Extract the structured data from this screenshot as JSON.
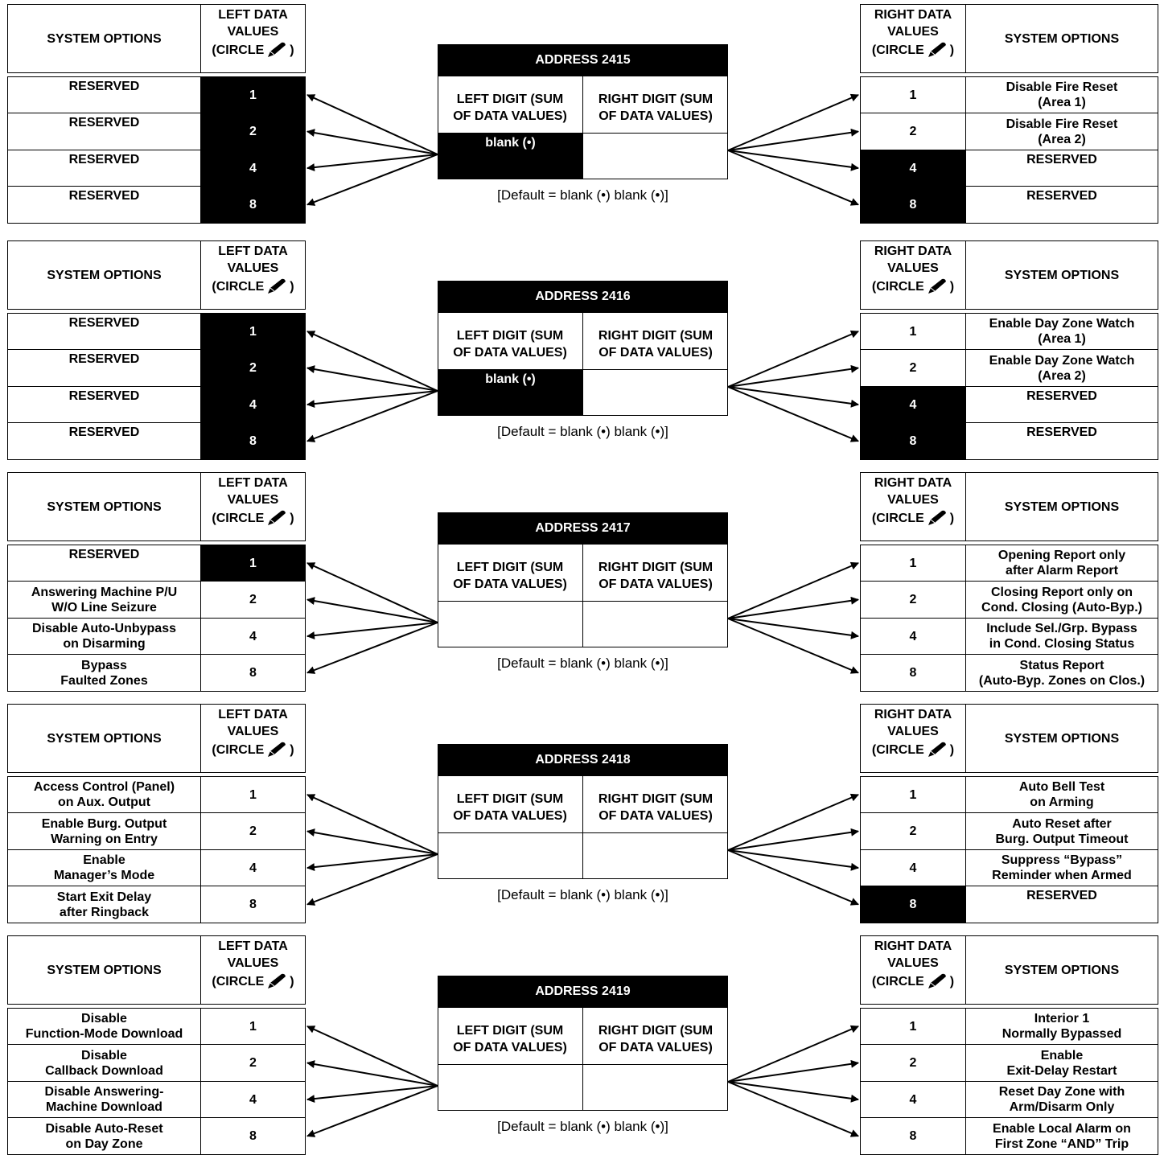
{
  "labels": {
    "system_options": "SYSTEM OPTIONS",
    "left_data_values": "LEFT DATA\nVALUES",
    "right_data_values": "RIGHT DATA\nVALUES",
    "circle": "(CIRCLE",
    "circle_close": ")",
    "left_digit": "LEFT DIGIT (SUM\nOF DATA VALUES)",
    "right_digit": "RIGHT DIGIT (SUM\nOF DATA VALUES)",
    "default_text": "[Default = blank (•) blank (•)]",
    "pencil_icon": "pencil-icon"
  },
  "blocks": [
    {
      "address": "ADDRESS 2415",
      "left_digit_value": "blank (•)",
      "left": [
        {
          "value": "1",
          "option": "RESERVED",
          "reserved": true
        },
        {
          "value": "2",
          "option": "RESERVED",
          "reserved": true
        },
        {
          "value": "4",
          "option": "RESERVED",
          "reserved": true
        },
        {
          "value": "8",
          "option": "RESERVED",
          "reserved": true
        }
      ],
      "right": [
        {
          "value": "1",
          "option": "Disable Fire Reset\n(Area 1)",
          "reserved": false
        },
        {
          "value": "2",
          "option": "Disable Fire Reset\n(Area 2)",
          "reserved": false
        },
        {
          "value": "4",
          "option": "RESERVED",
          "reserved": true
        },
        {
          "value": "8",
          "option": "RESERVED",
          "reserved": true
        }
      ]
    },
    {
      "address": "ADDRESS 2416",
      "left_digit_value": "blank (•)",
      "left": [
        {
          "value": "1",
          "option": "RESERVED",
          "reserved": true
        },
        {
          "value": "2",
          "option": "RESERVED",
          "reserved": true
        },
        {
          "value": "4",
          "option": "RESERVED",
          "reserved": true
        },
        {
          "value": "8",
          "option": "RESERVED",
          "reserved": true
        }
      ],
      "right": [
        {
          "value": "1",
          "option": "Enable Day Zone Watch\n(Area 1)",
          "reserved": false
        },
        {
          "value": "2",
          "option": "Enable Day Zone Watch\n(Area 2)",
          "reserved": false
        },
        {
          "value": "4",
          "option": "RESERVED",
          "reserved": true
        },
        {
          "value": "8",
          "option": "RESERVED",
          "reserved": true
        }
      ]
    },
    {
      "address": "ADDRESS 2417",
      "left_digit_value": "",
      "left": [
        {
          "value": "1",
          "option": "RESERVED",
          "reserved": true
        },
        {
          "value": "2",
          "option": "Answering Machine P/U\nW/O Line Seizure",
          "reserved": false
        },
        {
          "value": "4",
          "option": "Disable Auto-Unbypass\non Disarming",
          "reserved": false
        },
        {
          "value": "8",
          "option": "Bypass\nFaulted Zones",
          "reserved": false
        }
      ],
      "right": [
        {
          "value": "1",
          "option": "Opening Report only\nafter Alarm Report",
          "reserved": false
        },
        {
          "value": "2",
          "option": "Closing Report only on\nCond. Closing (Auto-Byp.)",
          "reserved": false
        },
        {
          "value": "4",
          "option": "Include Sel./Grp. Bypass\nin Cond. Closing Status",
          "reserved": false
        },
        {
          "value": "8",
          "option": "Status Report\n(Auto-Byp. Zones on Clos.)",
          "reserved": false
        }
      ]
    },
    {
      "address": "ADDRESS 2418",
      "left_digit_value": "",
      "left": [
        {
          "value": "1",
          "option": "Access Control (Panel)\non Aux. Output",
          "reserved": false
        },
        {
          "value": "2",
          "option": "Enable Burg. Output\nWarning on Entry",
          "reserved": false
        },
        {
          "value": "4",
          "option": "Enable\nManager’s Mode",
          "reserved": false
        },
        {
          "value": "8",
          "option": "Start Exit Delay\nafter Ringback",
          "reserved": false
        }
      ],
      "right": [
        {
          "value": "1",
          "option": "Auto Bell Test\non Arming",
          "reserved": false
        },
        {
          "value": "2",
          "option": "Auto Reset after\nBurg. Output Timeout",
          "reserved": false
        },
        {
          "value": "4",
          "option": "Suppress “Bypass”\nReminder when Armed",
          "reserved": false
        },
        {
          "value": "8",
          "option": "RESERVED",
          "reserved": true
        }
      ]
    },
    {
      "address": "ADDRESS 2419",
      "left_digit_value": "",
      "left": [
        {
          "value": "1",
          "option": "Disable\nFunction-Mode Download",
          "reserved": false
        },
        {
          "value": "2",
          "option": "Disable\nCallback Download",
          "reserved": false
        },
        {
          "value": "4",
          "option": "Disable Answering-\nMachine Download",
          "reserved": false
        },
        {
          "value": "8",
          "option": "Disable Auto-Reset\non Day Zone",
          "reserved": false
        }
      ],
      "right": [
        {
          "value": "1",
          "option": "Interior 1\nNormally Bypassed",
          "reserved": false
        },
        {
          "value": "2",
          "option": "Enable\nExit-Delay Restart",
          "reserved": false
        },
        {
          "value": "4",
          "option": "Reset Day Zone with\nArm/Disarm Only",
          "reserved": false
        },
        {
          "value": "8",
          "option": "Enable Local Alarm on\nFirst Zone “AND” Trip",
          "reserved": false
        }
      ]
    }
  ]
}
